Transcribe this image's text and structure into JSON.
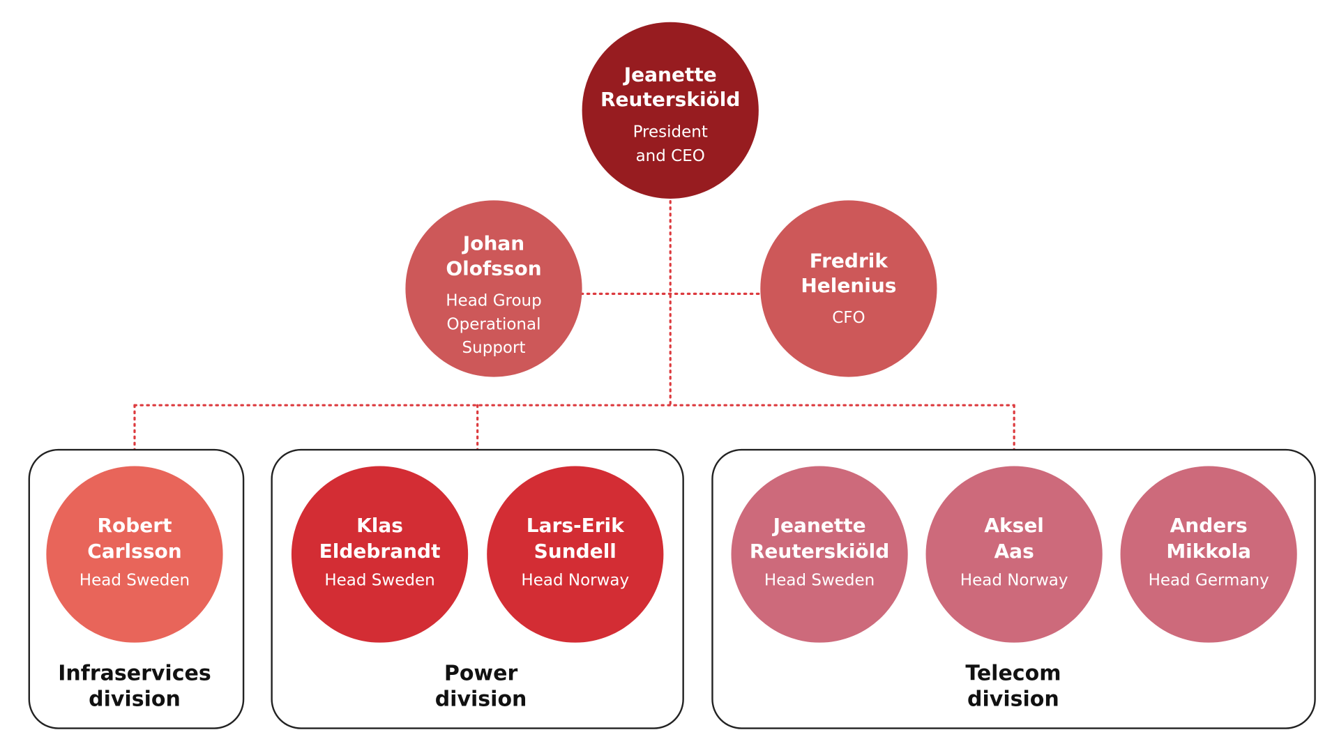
{
  "colors": {
    "ceo": "#971c20",
    "group": "#cd5859",
    "infraservices": "#e8655a",
    "power": "#d32d34",
    "telecom": "#cd6a7b",
    "connector": "#dc3a3e"
  },
  "ceo": {
    "name_lines": [
      "Jeanette",
      "Reuterskiöld"
    ],
    "role_lines": [
      "President",
      "and CEO"
    ]
  },
  "group": [
    {
      "name_lines": [
        "Johan",
        "Olofsson"
      ],
      "role_lines": [
        "Head Group",
        "Operational",
        "Support"
      ]
    },
    {
      "name_lines": [
        "Fredrik",
        "Helenius"
      ],
      "role_lines": [
        "CFO"
      ]
    }
  ],
  "divisions": [
    {
      "label_lines": [
        "Infraservices",
        "division"
      ],
      "people": [
        {
          "name_lines": [
            "Robert",
            "Carlsson"
          ],
          "role": "Head Sweden"
        }
      ]
    },
    {
      "label_lines": [
        "Power",
        "division"
      ],
      "people": [
        {
          "name_lines": [
            "Klas",
            "Eldebrandt"
          ],
          "role": "Head Sweden"
        },
        {
          "name_lines": [
            "Lars-Erik",
            "Sundell"
          ],
          "role": "Head Norway"
        }
      ]
    },
    {
      "label_lines": [
        "Telecom",
        "division"
      ],
      "people": [
        {
          "name_lines": [
            "Jeanette",
            "Reuterskiöld"
          ],
          "role": "Head Sweden"
        },
        {
          "name_lines": [
            "Aksel",
            "Aas"
          ],
          "role": "Head Norway"
        },
        {
          "name_lines": [
            "Anders",
            "Mikkola"
          ],
          "role": "Head Germany"
        }
      ]
    }
  ]
}
